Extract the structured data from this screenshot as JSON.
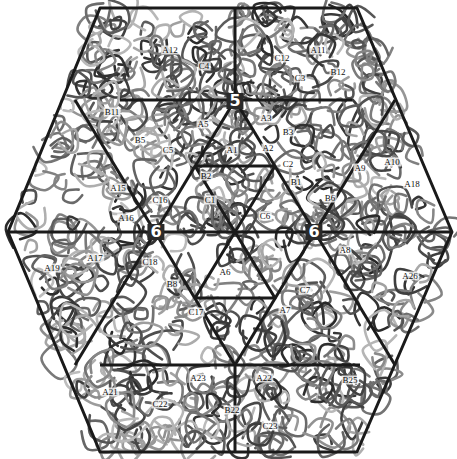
{
  "diagram": {
    "labels": [
      "5",
      "6",
      "6",
      "A12",
      "C4",
      "A11",
      "C12",
      "C3",
      "B12",
      "A5",
      "A3",
      "A1",
      "A2",
      "B3",
      "C5",
      "B5",
      "B11",
      "A15",
      "C2",
      "B1",
      "A9",
      "A10",
      "C16",
      "C1",
      "C6",
      "B6",
      "A16",
      "B2",
      "A17",
      "A19",
      "C18",
      "B8",
      "A6",
      "A8",
      "C7",
      "A7",
      "C17",
      "A26",
      "A23",
      "A22",
      "C22",
      "B22",
      "C23",
      "B25",
      "A21",
      "A18"
    ]
  }
}
